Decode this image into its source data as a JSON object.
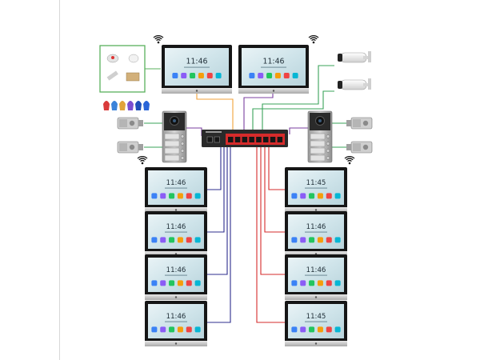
{
  "monitor": {
    "time": "11:46",
    "time_alt": "11:45",
    "app_icon_colors": [
      "#3b82f6",
      "#8b5cf6",
      "#22c55e",
      "#f59e0b",
      "#ef4444",
      "#06b6d4"
    ]
  },
  "wire_colors": {
    "orange": "#f0a23a",
    "purple": "#7b3fa0",
    "green": "#3aa35a",
    "navy": "#2c2c8c",
    "red": "#d62b2b",
    "box_green": "#59b05c"
  },
  "devices": {
    "top_monitors": 2,
    "left_monitors": 4,
    "right_monitors": 4,
    "door_stations": 2,
    "ip_cameras": 2,
    "electric_locks": 4,
    "rfid_tags": 6
  },
  "switch": {
    "port_count": 8,
    "uplink_ports": 2,
    "color": "#d62b2b"
  }
}
